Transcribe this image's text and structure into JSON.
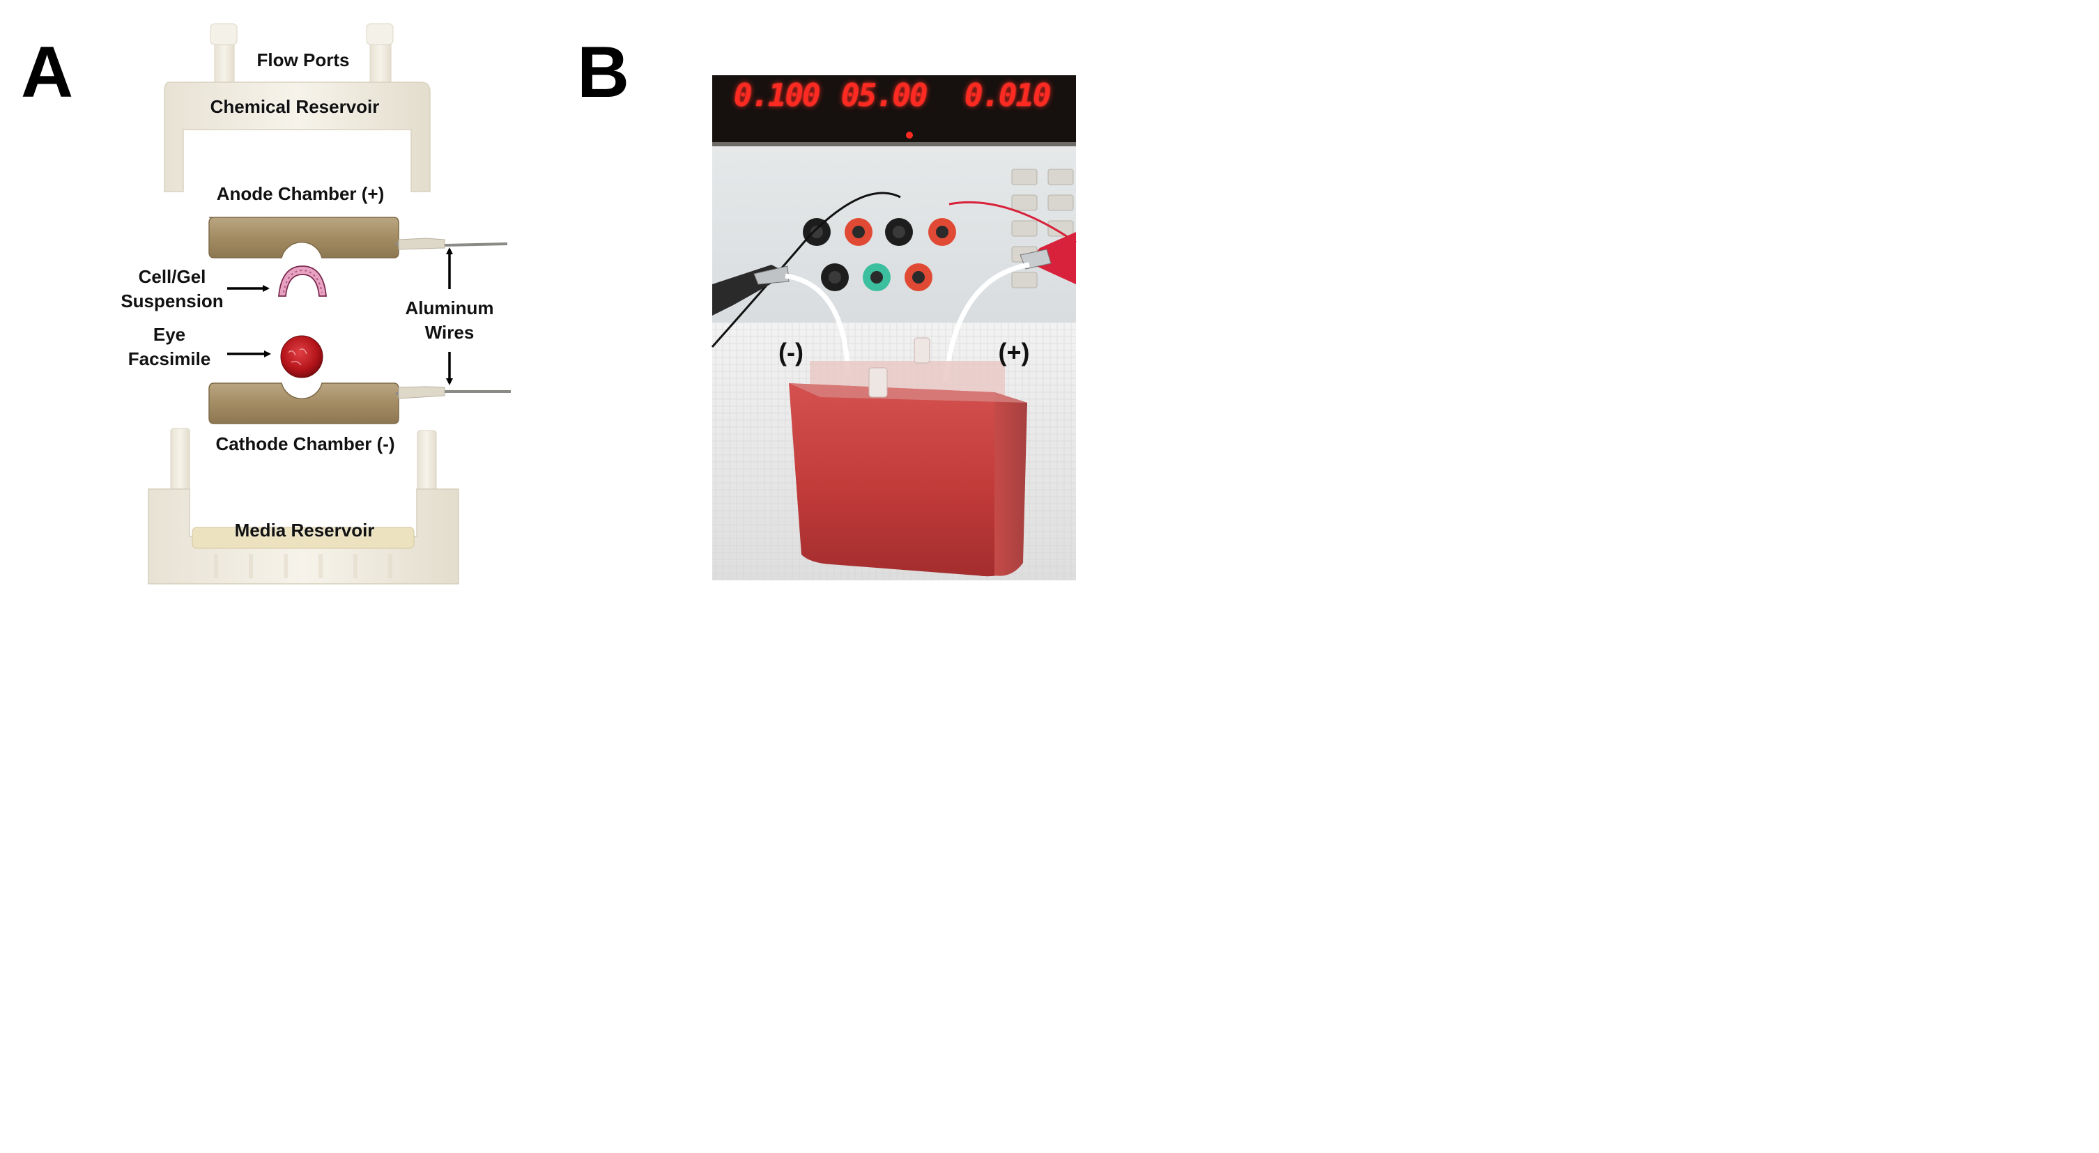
{
  "panels": {
    "a": {
      "letter": "A"
    },
    "b": {
      "letter": "B"
    }
  },
  "diagram_a": {
    "labels": {
      "flow_ports": "Flow Ports",
      "chemical_reservoir": "Chemical Reservoir",
      "anode_chamber": "Anode Chamber (+)",
      "cell_gel_line1": "Cell/Gel",
      "cell_gel_line2": "Suspension",
      "aluminum_line1": "Aluminum",
      "aluminum_line2": "Wires",
      "eye_line1": "Eye",
      "eye_line2": "Facsimile",
      "cathode_chamber": "Cathode Chamber (-)",
      "media_reservoir": "Media Reservoir"
    },
    "colors": {
      "resin": "#f1ede2",
      "chamber": "#a7916b",
      "cell_gel": "#e8a3c3",
      "eye": "#c0181c"
    }
  },
  "photo_b": {
    "readouts": {
      "current_set": "0.100",
      "voltage": "05.00",
      "current": "0.010"
    },
    "polarity": {
      "negative": "(-)",
      "positive": "(+)"
    },
    "colors": {
      "led": "#ff2a22",
      "gel": "#c9403f"
    }
  }
}
